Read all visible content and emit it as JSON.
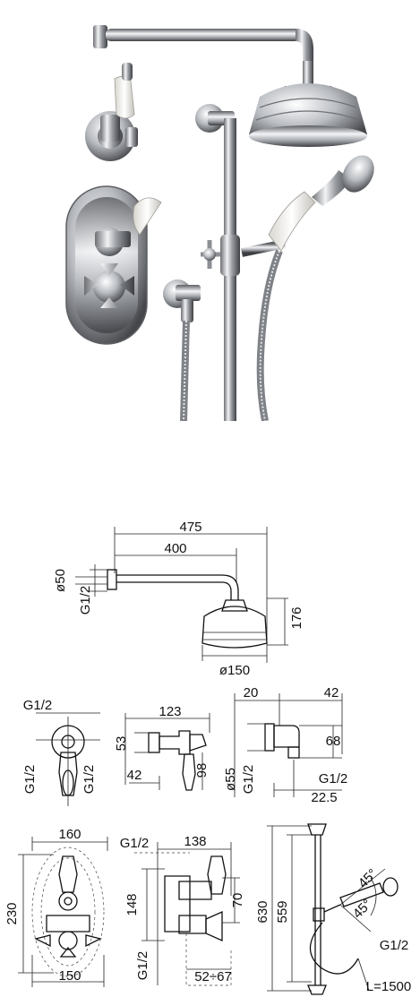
{
  "shower_head_arm": {
    "total_length": "475",
    "arm_length": "400",
    "flange_diameter": "ø50",
    "connection": "G1/2",
    "drop_height": "176",
    "head_diameter": "ø150"
  },
  "valve_front": {
    "top_thread": "G1/2",
    "left_thread": "G1/2",
    "right_thread": "G1/2"
  },
  "valve_side": {
    "width": "123",
    "height": "53",
    "depth": "42",
    "lever": "98"
  },
  "wall_elbow": {
    "width_a": "20",
    "width_b": "42",
    "height": "68",
    "diameter": "ø55",
    "thread_side": "G1/2",
    "thread_bottom": "G1/2",
    "offset": "22.5"
  },
  "thermostat_front": {
    "plate_width": "160",
    "plate_height": "230",
    "body_width": "150"
  },
  "thermostat_side": {
    "thread": "G1/2",
    "total_depth": "138",
    "height": "148",
    "spacing": "70",
    "thread_bottom": "G1/2",
    "depth_range": "52÷67"
  },
  "slide_rail": {
    "total_height": "630",
    "rail_length": "559",
    "angle_top": "45°",
    "angle_bottom": "45°",
    "thread": "G1/2",
    "hose_length": "L=1500"
  }
}
